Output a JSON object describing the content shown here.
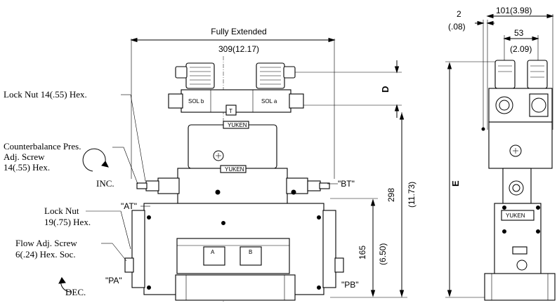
{
  "front_view": {
    "fully_extended_label": "Fully Extended",
    "overall_length": "309(12.17)",
    "lock_nut_14_label": "Lock Nut 14(.55) Hex.",
    "counterbalance_line1": "Counterbalance Pres.",
    "counterbalance_line2": "Adj. Screw",
    "counterbalance_line3": "14(.55) Hex.",
    "inc_label": "INC.",
    "lock_nut_19_line1": "Lock Nut",
    "lock_nut_19_line2": "19(.75) Hex.",
    "flow_adj_line1": "Flow Adj. Screw",
    "flow_adj_line2": "6(.24) Hex. Soc.",
    "dec_label": "DEC.",
    "port_at": "\"AT\"",
    "port_bt": "\"BT\"",
    "port_pa": "\"PA\"",
    "port_pb": "\"PB\"",
    "sol_b": "SOL b",
    "sol_a": "SOL a",
    "nameplate_1": "YUKEN",
    "nameplate_2": "YUKEN",
    "port_a": "A",
    "port_b": "B",
    "dim_d": "D",
    "height_298": "298",
    "height_298_in": "(11.73)",
    "height_165": "165",
    "height_165_in": "(6.50)"
  },
  "side_view": {
    "dim_2": "2",
    "dim_2_in": "(.08)",
    "dim_101": "101(3.98)",
    "dim_53": "53",
    "dim_53_in": "(2.09)",
    "dim_e": "E",
    "nameplate": "YUKEN"
  }
}
